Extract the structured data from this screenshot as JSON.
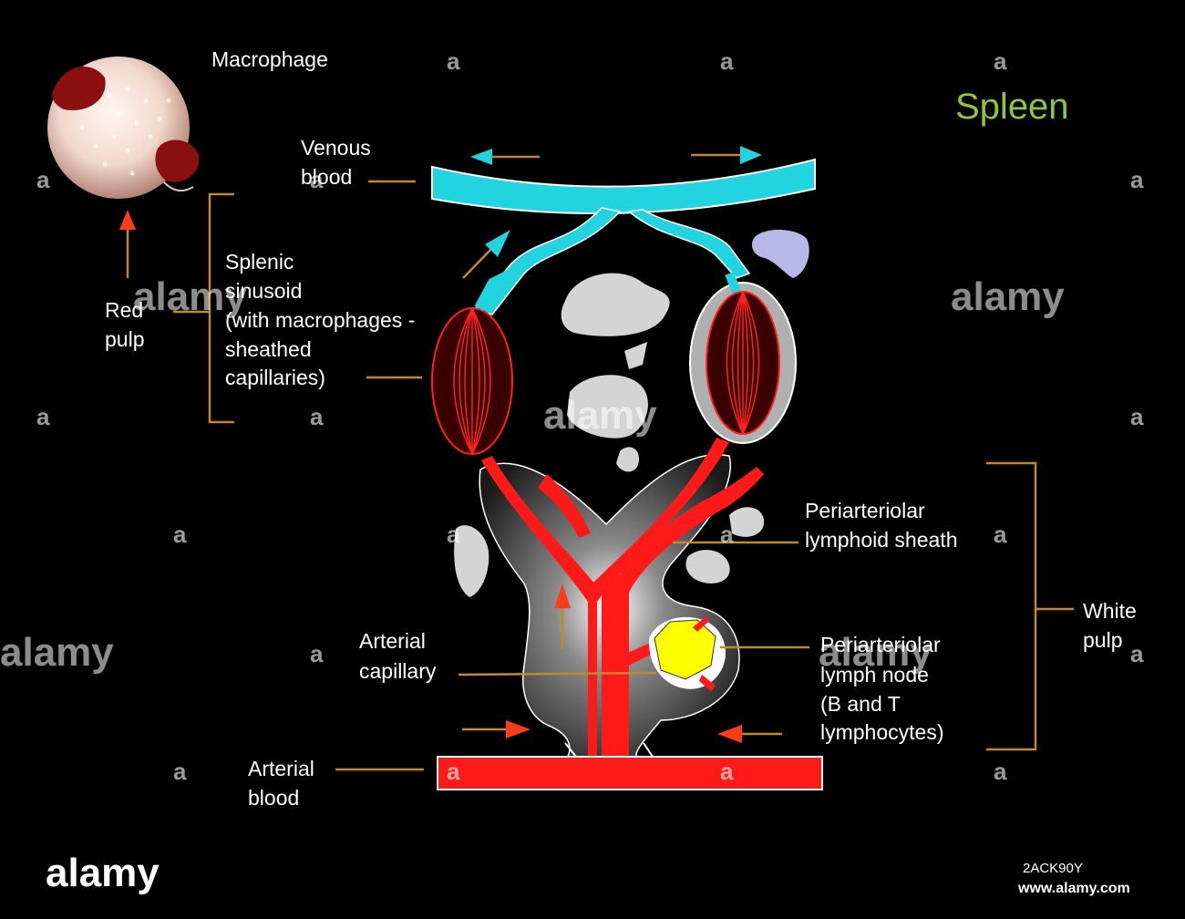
{
  "title": "Spleen",
  "labels": {
    "macrophage": "Macrophage",
    "venous_blood": [
      "Venous",
      "blood"
    ],
    "red_pulp": [
      "Red",
      "pulp"
    ],
    "splenic_sinusoid": [
      "Splenic",
      "sinusoid",
      "(with macrophages -",
      "sheathed",
      "capillaries)"
    ],
    "periarteriolar_lymphoid_sheath": [
      "Periarteriolar",
      "lymphoid sheath"
    ],
    "white_pulp": [
      "White",
      "pulp"
    ],
    "arterial_capillary": [
      "Arterial",
      "capillary"
    ],
    "periarteriolar_lymph_node": [
      "Periarteriolar",
      "lymph node",
      "(B and T",
      "lymphocytes)"
    ],
    "arterial_blood": [
      "Arterial",
      "blood"
    ]
  },
  "watermark": {
    "brand": "alamy",
    "image_id": "2ACK90Y",
    "url": "www.alamy.com"
  },
  "colors": {
    "venous": "#22d3e0",
    "arterial": "#ff1a1a",
    "leader_line": "#c08a2a",
    "title": "#8cc63f",
    "lymph_node": "#ffff00",
    "sinusoid": "#9b0d0d"
  }
}
